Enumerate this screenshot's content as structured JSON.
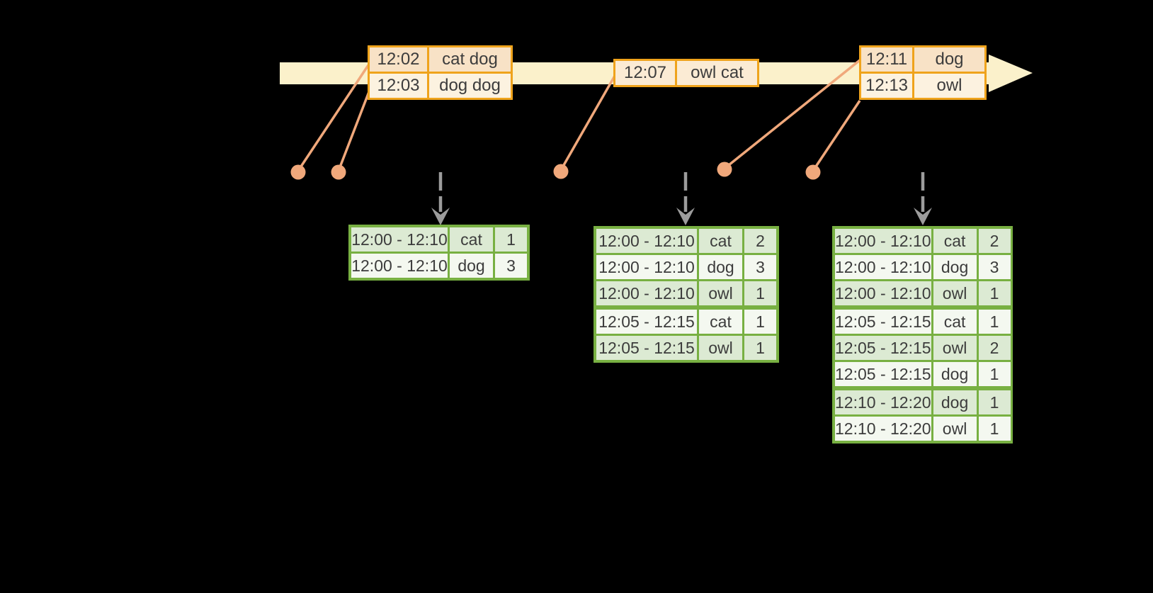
{
  "colors": {
    "background": "#000000",
    "timeline_band": "#FBF1CB",
    "event_box_border": "#EFA31C",
    "event_row_dark": "#F8E2C6",
    "event_row_light": "#FCF2E0",
    "event_row_mid": "#FBEBD4",
    "marker_salmon": "#F0A87B",
    "trigger_arrow_gray": "#9C9C9C",
    "table_border_green": "#78B042",
    "table_row_green": "#DCEAD3",
    "table_row_white": "#F4F8F0",
    "text": "#3C3C3C"
  },
  "timeline": {
    "event_groups": [
      {
        "events": [
          {
            "time": "12:02",
            "words": "cat dog"
          },
          {
            "time": "12:03",
            "words": "dog dog"
          }
        ]
      },
      {
        "events": [
          {
            "time": "12:07",
            "words": "owl cat"
          }
        ]
      },
      {
        "events": [
          {
            "time": "12:11",
            "words": "dog"
          },
          {
            "time": "12:13",
            "words": "owl"
          }
        ]
      }
    ]
  },
  "result_tables": [
    {
      "rows": [
        {
          "window": "12:00 - 12:10",
          "word": "cat",
          "count": "1"
        },
        {
          "window": "12:00 - 12:10",
          "word": "dog",
          "count": "3"
        }
      ]
    },
    {
      "rows": [
        {
          "window": "12:00 - 12:10",
          "word": "cat",
          "count": "2"
        },
        {
          "window": "12:00 - 12:10",
          "word": "dog",
          "count": "3"
        },
        {
          "window": "12:00 - 12:10",
          "word": "owl",
          "count": "1"
        },
        {
          "window": "12:05 - 12:15",
          "word": "cat",
          "count": "1"
        },
        {
          "window": "12:05 - 12:15",
          "word": "owl",
          "count": "1"
        }
      ]
    },
    {
      "rows": [
        {
          "window": "12:00 - 12:10",
          "word": "cat",
          "count": "2"
        },
        {
          "window": "12:00 - 12:10",
          "word": "dog",
          "count": "3"
        },
        {
          "window": "12:00 - 12:10",
          "word": "owl",
          "count": "1"
        },
        {
          "window": "12:05 - 12:15",
          "word": "cat",
          "count": "1"
        },
        {
          "window": "12:05 - 12:15",
          "word": "owl",
          "count": "2"
        },
        {
          "window": "12:05 - 12:15",
          "word": "dog",
          "count": "1"
        },
        {
          "window": "12:10 - 12:20",
          "word": "dog",
          "count": "1"
        },
        {
          "window": "12:10 - 12:20",
          "word": "owl",
          "count": "1"
        }
      ]
    }
  ]
}
